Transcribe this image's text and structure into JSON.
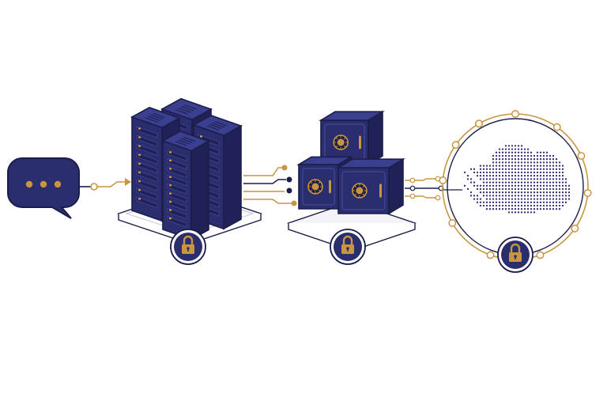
{
  "palette": {
    "navy": "#2a2d6e",
    "navy_dark": "#1f2157",
    "navy_light": "#3a3f8f",
    "gold": "#c9953f",
    "outline": "#1c1d4a",
    "platform": "#f4f4f8",
    "background": "#ffffff"
  },
  "nodes": [
    {
      "id": "chat",
      "icon": "chat-bubble-icon"
    },
    {
      "id": "servers",
      "icon": "server-rack-icon",
      "lock_icon": "padlock-icon"
    },
    {
      "id": "vaults",
      "icon": "safe-vault-icon",
      "lock_icon": "padlock-icon"
    },
    {
      "id": "cloud",
      "icon": "dotted-cloud-icon",
      "lock_icon": "padlock-icon"
    }
  ]
}
